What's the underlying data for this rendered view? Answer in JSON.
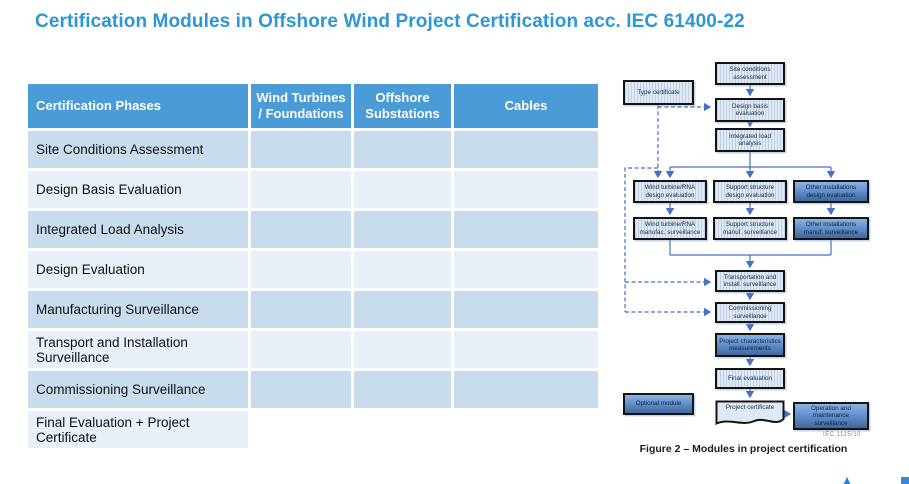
{
  "title": "Certification Modules in Offshore Wind Project Certification acc. IEC 61400-22",
  "colors": {
    "title_blue": "#2e96d5",
    "table_header_blue": "#4a9bd6",
    "row_dark": "#c9dcee",
    "row_light": "#e9f0f8",
    "flow_box_light": "#dfe9f5",
    "flow_box_dark": "#6592cd",
    "connector_blue": "#4472c4"
  },
  "table": {
    "headers": [
      "Certification Phases",
      "Wind Turbines\n/ Foundations",
      "Offshore\nSubstations",
      "Cables"
    ],
    "rows": [
      {
        "label": "Site Conditions Assessment"
      },
      {
        "label": "Design Basis Evaluation"
      },
      {
        "label": "Integrated Load Analysis"
      },
      {
        "label": "Design Evaluation"
      },
      {
        "label": "Manufacturing Surveillance"
      },
      {
        "label": "Transport and Installation Surveillance"
      },
      {
        "label": "Commissioning Surveillance"
      },
      {
        "label": "Final Evaluation + Project Certificate"
      }
    ]
  },
  "flowchart": {
    "boxes": {
      "site_conditions": "Site conditions assessment",
      "type_certificate": "Type certificate",
      "design_basis": "Design basis evaluation",
      "integrated_load": "Integrated load analysis",
      "wt_design": "Wind turbine/RNA design evaluation",
      "support_design": "Support structure design evaluation",
      "other_design": "Other installations design evaluation",
      "wt_manuf": "Wind turbine/RNA manufac. surveillance",
      "support_manuf": "Support structure manuf. surveillance",
      "other_manuf": "Other installations manuf. surveillance",
      "transport": "Transportation and install. surveillance",
      "commissioning": "Commissioning surveillance",
      "project_char": "Project characteristics measurements",
      "final_eval": "Final evaluation",
      "optional_module": "Optional module",
      "project_certificate": "Project certificate",
      "operation_maint": "Operation and maintenance surveillance"
    },
    "caption": "Figure 2 – Modules in project certification",
    "ref": "IEC  1115/10"
  }
}
